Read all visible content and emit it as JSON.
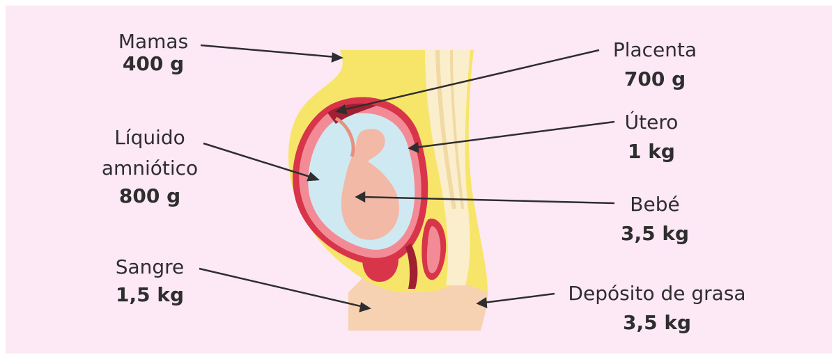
{
  "labels": {
    "mamas": {
      "name": "Mamas",
      "value": "400 g"
    },
    "liquido": {
      "name_line1": "Líquido",
      "name_line2": "amniótico",
      "value": "800 g"
    },
    "sangre": {
      "name": "Sangre",
      "value": "1,5 kg"
    },
    "placenta": {
      "name": "Placenta",
      "value": "700 g"
    },
    "utero": {
      "name": "Útero",
      "value": "1 kg"
    },
    "bebe": {
      "name": "Bebé",
      "value": "3,5 kg"
    },
    "grasa": {
      "name": "Depósito de grasa",
      "value": "3,5 kg"
    }
  },
  "colors": {
    "background": "#fde8f6",
    "body": "#f7e56a",
    "skin": "#f6d2b2",
    "uterus": "#d8354a",
    "amniotic": "#cfe9f3",
    "baby": "#f3b9a7",
    "spine": "#fbeecd",
    "text": "#2e2e2e"
  }
}
